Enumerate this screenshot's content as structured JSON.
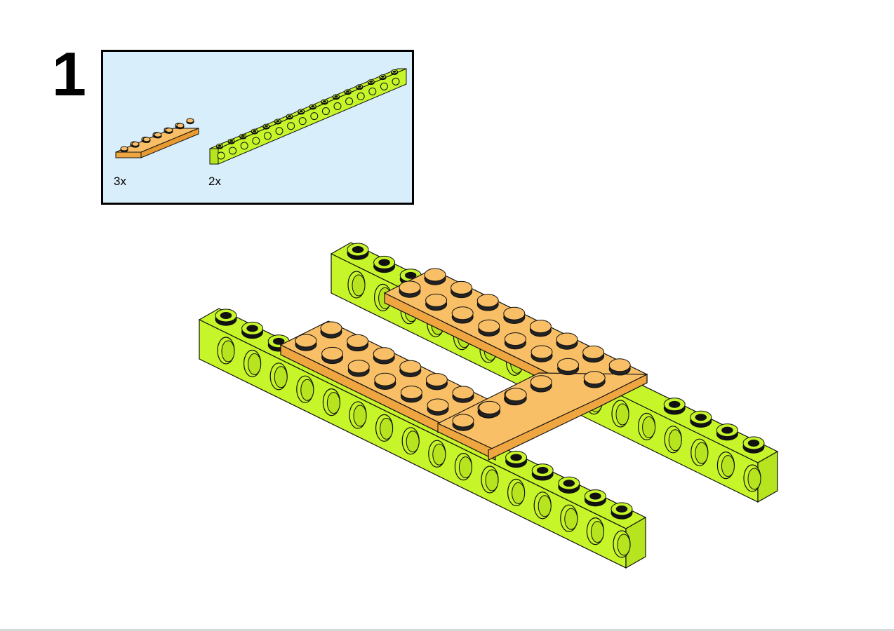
{
  "step": {
    "number": "1"
  },
  "parts_callout": {
    "parts": [
      {
        "name": "plate-2x6",
        "quantity": "3x",
        "color": "#f7b451"
      },
      {
        "name": "technic-beam-1x16",
        "quantity": "2x",
        "color": "#c6f52a"
      }
    ],
    "background": "#d9eefb"
  },
  "colors": {
    "lime": "#c6f52a",
    "lime_dark": "#9fc51a",
    "orange": "#f7b451",
    "orange_top": "#f9bf66",
    "outline": "#111111"
  }
}
